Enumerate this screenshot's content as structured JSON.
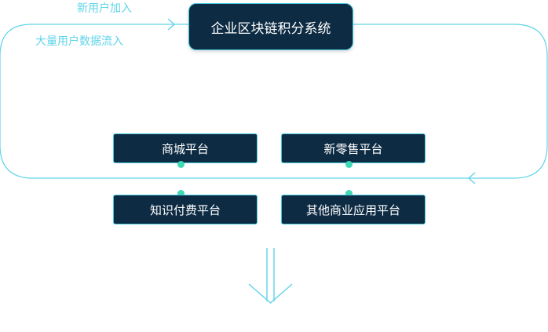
{
  "diagram": {
    "title": "企业区块链积分系统",
    "flow_labels": {
      "new_users": "新用户加入",
      "mass_users": "大量用户数据流入"
    },
    "platforms": [
      {
        "label": "商城平台"
      },
      {
        "label": "新零售平台"
      },
      {
        "label": "知识付费平台"
      },
      {
        "label": "其他商业应用平台"
      }
    ],
    "colors": {
      "box_fill": "#0d2b43",
      "accent_line": "#5fd4e8",
      "connector_dot": "#3fd9b6",
      "text": "#ffffff"
    }
  }
}
